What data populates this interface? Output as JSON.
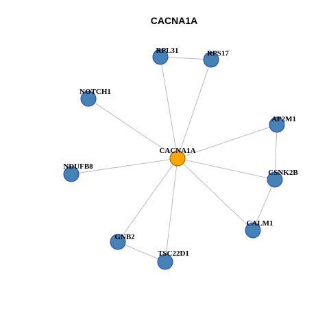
{
  "title": "CACNA1A",
  "colors": {
    "hub_fill": "#FFA500",
    "hub_stroke": "#8B5A00",
    "node_fill": "#4682B4",
    "node_stroke": "#1E3FC8",
    "edge": "#AAAAAA"
  },
  "nodes": [
    {
      "id": "CACNA1A",
      "label": "CACNA1A",
      "hub": true
    },
    {
      "id": "RPL31",
      "label": "RPL31"
    },
    {
      "id": "RPS17",
      "label": "RPS17"
    },
    {
      "id": "NOTCH1",
      "label": "NOTCH1"
    },
    {
      "id": "AP2M1",
      "label": "AP2M1"
    },
    {
      "id": "NDUFB8",
      "label": "NDUFB8"
    },
    {
      "id": "CSNK2B",
      "label": "CSNK2B"
    },
    {
      "id": "CALM1",
      "label": "CALM1"
    },
    {
      "id": "GNB2",
      "label": "GNB2"
    },
    {
      "id": "TSC22D1",
      "label": "TSC22D1"
    }
  ],
  "edges": [
    [
      "CACNA1A",
      "RPL31"
    ],
    [
      "CACNA1A",
      "RPS17"
    ],
    [
      "RPL31",
      "RPS17"
    ],
    [
      "CACNA1A",
      "NOTCH1"
    ],
    [
      "CACNA1A",
      "AP2M1"
    ],
    [
      "CACNA1A",
      "NDUFB8"
    ],
    [
      "CACNA1A",
      "CSNK2B"
    ],
    [
      "CACNA1A",
      "CALM1"
    ],
    [
      "CACNA1A",
      "GNB2"
    ],
    [
      "CACNA1A",
      "TSC22D1"
    ],
    [
      "AP2M1",
      "CSNK2B"
    ],
    [
      "CSNK2B",
      "CALM1"
    ],
    [
      "GNB2",
      "TSC22D1"
    ]
  ]
}
